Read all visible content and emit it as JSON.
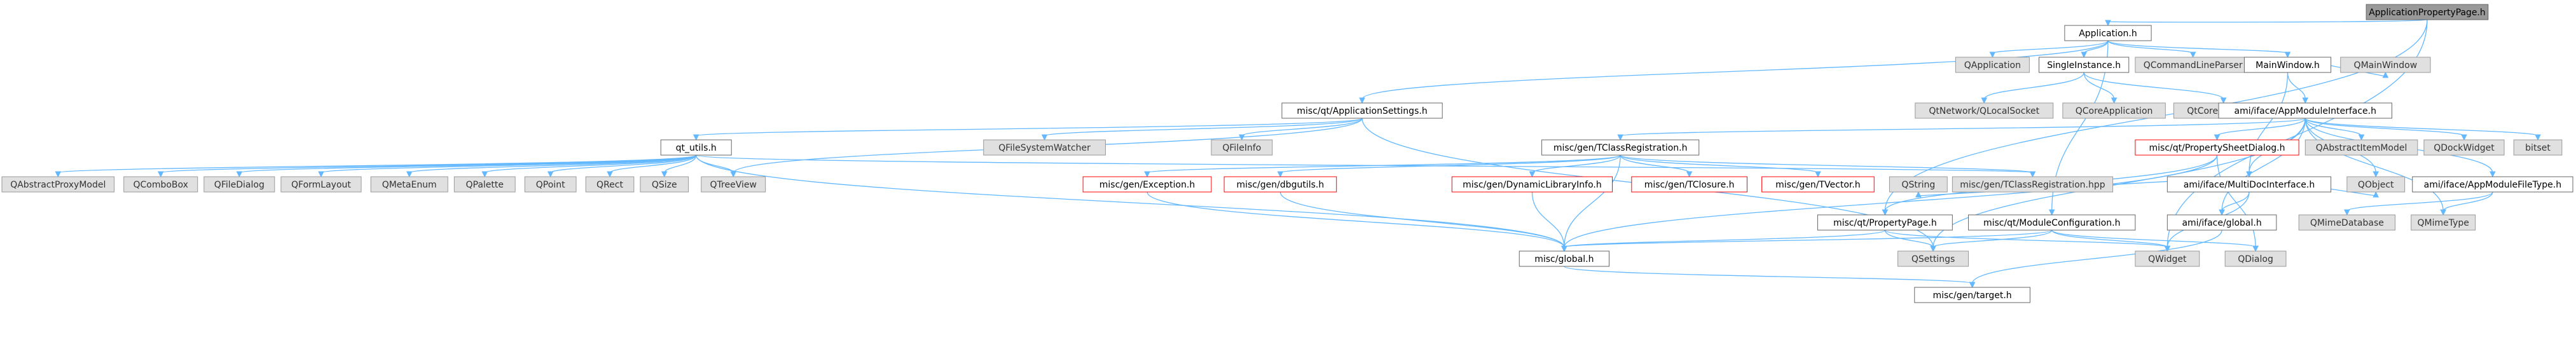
{
  "colors": {
    "edge": "#63b8ff",
    "node_fill": "#ffffff",
    "node_border": "#666666",
    "root_fill": "#999999",
    "root_border": "#666666",
    "external_fill": "#e0e0e0",
    "external_border": "#999999",
    "missing_border": "#ff0000",
    "text": "#000000",
    "external_text": "#333333"
  },
  "diagram": {
    "nodes": [
      {
        "id": "root",
        "label": "ApplicationPropertyPage.h",
        "kind": "root"
      },
      {
        "id": "app",
        "label": "Application.h",
        "kind": "file"
      },
      {
        "id": "qapplication",
        "label": "QApplication",
        "kind": "external"
      },
      {
        "id": "singleinstance",
        "label": "SingleInstance.h",
        "kind": "file"
      },
      {
        "id": "qcmdline",
        "label": "QCommandLineParser",
        "kind": "external"
      },
      {
        "id": "mainwindow",
        "label": "MainWindow.h",
        "kind": "file"
      },
      {
        "id": "qmainwindow",
        "label": "QMainWindow",
        "kind": "external"
      },
      {
        "id": "appsettings",
        "label": "misc/qt/ApplicationSettings.h",
        "kind": "file"
      },
      {
        "id": "qtnetwork",
        "label": "QtNetwork/QLocalSocket",
        "kind": "external"
      },
      {
        "id": "qcoreapp",
        "label": "QCoreApplication",
        "kind": "external"
      },
      {
        "id": "qtglobal",
        "label": "QtCore/QtGlobal",
        "kind": "external"
      },
      {
        "id": "appmodule",
        "label": "ami/iface/AppModuleInterface.h",
        "kind": "file"
      },
      {
        "id": "qtutils",
        "label": "qt_utils.h",
        "kind": "file"
      },
      {
        "id": "qfswatcher",
        "label": "QFileSystemWatcher",
        "kind": "external"
      },
      {
        "id": "qfileinfo",
        "label": "QFileInfo",
        "kind": "external"
      },
      {
        "id": "tclassreg",
        "label": "misc/gen/TClassRegistration.h",
        "kind": "file"
      },
      {
        "id": "multidoc",
        "label": "ami/iface/MultiDocInterface.h",
        "kind": "file"
      },
      {
        "id": "appmodft",
        "label": "ami/iface/AppModuleFileType.h",
        "kind": "file"
      },
      {
        "id": "propsheet",
        "label": "misc/qt/PropertySheetDialog.h",
        "kind": "missing"
      },
      {
        "id": "qabsitem",
        "label": "QAbstractItemModel",
        "kind": "external"
      },
      {
        "id": "qdockwidget",
        "label": "QDockWidget",
        "kind": "external"
      },
      {
        "id": "bitset",
        "label": "bitset",
        "kind": "external"
      },
      {
        "id": "qabsproxy",
        "label": "QAbstractProxyModel",
        "kind": "external"
      },
      {
        "id": "qcombobox",
        "label": "QComboBox",
        "kind": "external"
      },
      {
        "id": "qfiledialog",
        "label": "QFileDialog",
        "kind": "external"
      },
      {
        "id": "qformlayout",
        "label": "QFormLayout",
        "kind": "external"
      },
      {
        "id": "qmetaenum",
        "label": "QMetaEnum",
        "kind": "external"
      },
      {
        "id": "qpalette",
        "label": "QPalette",
        "kind": "external"
      },
      {
        "id": "qpoint",
        "label": "QPoint",
        "kind": "external"
      },
      {
        "id": "qrect",
        "label": "QRect",
        "kind": "external"
      },
      {
        "id": "qsize",
        "label": "QSize",
        "kind": "external"
      },
      {
        "id": "qtreeview",
        "label": "QTreeView",
        "kind": "external"
      },
      {
        "id": "exception",
        "label": "misc/gen/Exception.h",
        "kind": "missing"
      },
      {
        "id": "dbgutils",
        "label": "misc/gen/dbgutils.h",
        "kind": "missing"
      },
      {
        "id": "dynlib",
        "label": "misc/gen/DynamicLibraryInfo.h",
        "kind": "missing"
      },
      {
        "id": "tclosure",
        "label": "misc/gen/TClosure.h",
        "kind": "missing"
      },
      {
        "id": "tvector",
        "label": "misc/gen/TVector.h",
        "kind": "missing"
      },
      {
        "id": "qstring",
        "label": "QString",
        "kind": "external"
      },
      {
        "id": "tclassreghpp",
        "label": "misc/gen/TClassRegistration.hpp",
        "kind": "external"
      },
      {
        "id": "qobject",
        "label": "QObject",
        "kind": "external"
      },
      {
        "id": "amiglobal",
        "label": "ami/iface/global.h",
        "kind": "file"
      },
      {
        "id": "qmimedb",
        "label": "QMimeDatabase",
        "kind": "external"
      },
      {
        "id": "qmimetype",
        "label": "QMimeType",
        "kind": "external"
      },
      {
        "id": "proppage",
        "label": "misc/qt/PropertyPage.h",
        "kind": "file"
      },
      {
        "id": "modconfig",
        "label": "misc/qt/ModuleConfiguration.h",
        "kind": "file"
      },
      {
        "id": "miscglobal",
        "label": "misc/global.h",
        "kind": "file"
      },
      {
        "id": "qsettings",
        "label": "QSettings",
        "kind": "external"
      },
      {
        "id": "qwidget",
        "label": "QWidget",
        "kind": "external"
      },
      {
        "id": "qdialog",
        "label": "QDialog",
        "kind": "external"
      },
      {
        "id": "target",
        "label": "misc/gen/target.h",
        "kind": "file"
      }
    ],
    "edges": [
      [
        "root",
        "app"
      ],
      [
        "root",
        "proppage"
      ],
      [
        "root",
        "qwidget"
      ],
      [
        "app",
        "qapplication"
      ],
      [
        "app",
        "singleinstance"
      ],
      [
        "app",
        "qcmdline"
      ],
      [
        "app",
        "mainwindow"
      ],
      [
        "app",
        "appsettings"
      ],
      [
        "app",
        "modconfig"
      ],
      [
        "singleinstance",
        "qtnetwork"
      ],
      [
        "singleinstance",
        "qcoreapp"
      ],
      [
        "singleinstance",
        "qtglobal"
      ],
      [
        "mainwindow",
        "appmodule"
      ],
      [
        "mainwindow",
        "qmainwindow"
      ],
      [
        "mainwindow",
        "multidoc"
      ],
      [
        "appsettings",
        "qtutils"
      ],
      [
        "appsettings",
        "qfswatcher"
      ],
      [
        "appsettings",
        "qfileinfo"
      ],
      [
        "appsettings",
        "qtreeview"
      ],
      [
        "appsettings",
        "qsettings"
      ],
      [
        "appmodule",
        "tclassreg"
      ],
      [
        "appmodule",
        "multidoc"
      ],
      [
        "appmodule",
        "appmodft"
      ],
      [
        "appmodule",
        "propsheet"
      ],
      [
        "appmodule",
        "qabsitem"
      ],
      [
        "appmodule",
        "qdockwidget"
      ],
      [
        "appmodule",
        "bitset"
      ],
      [
        "appmodule",
        "qobject"
      ],
      [
        "appmodule",
        "amiglobal"
      ],
      [
        "appmodule",
        "qmimetype"
      ],
      [
        "appmodule",
        "qsettings"
      ],
      [
        "qtutils",
        "qabsproxy"
      ],
      [
        "qtutils",
        "qcombobox"
      ],
      [
        "qtutils",
        "qfiledialog"
      ],
      [
        "qtutils",
        "qformlayout"
      ],
      [
        "qtutils",
        "qmetaenum"
      ],
      [
        "qtutils",
        "qpalette"
      ],
      [
        "qtutils",
        "qpoint"
      ],
      [
        "qtutils",
        "qrect"
      ],
      [
        "qtutils",
        "qsize"
      ],
      [
        "qtutils",
        "qtreeview"
      ],
      [
        "qtutils",
        "tclassreghpp"
      ],
      [
        "qtutils",
        "miscglobal"
      ],
      [
        "tclassreg",
        "exception"
      ],
      [
        "tclassreg",
        "dbgutils"
      ],
      [
        "tclassreg",
        "dynlib"
      ],
      [
        "tclassreg",
        "tclosure"
      ],
      [
        "tclassreg",
        "tvector"
      ],
      [
        "tclassreg",
        "tclassreghpp"
      ],
      [
        "tclassreg",
        "miscglobal"
      ],
      [
        "multidoc",
        "qstring"
      ],
      [
        "multidoc",
        "qobject"
      ],
      [
        "multidoc",
        "amiglobal"
      ],
      [
        "multidoc",
        "qwidget"
      ],
      [
        "appmodft",
        "qmimedb"
      ],
      [
        "appmodft",
        "qmimetype"
      ],
      [
        "propsheet",
        "proppage"
      ],
      [
        "propsheet",
        "qdialog"
      ],
      [
        "propsheet",
        "miscglobal"
      ],
      [
        "proppage",
        "miscglobal"
      ],
      [
        "proppage",
        "qsettings"
      ],
      [
        "proppage",
        "qwidget"
      ],
      [
        "modconfig",
        "qsettings"
      ],
      [
        "modconfig",
        "qwidget"
      ],
      [
        "modconfig",
        "qdialog"
      ],
      [
        "modconfig",
        "miscglobal"
      ],
      [
        "exception",
        "miscglobal"
      ],
      [
        "dbgutils",
        "miscglobal"
      ],
      [
        "dynlib",
        "miscglobal"
      ],
      [
        "amiglobal",
        "target"
      ],
      [
        "miscglobal",
        "target"
      ]
    ]
  }
}
